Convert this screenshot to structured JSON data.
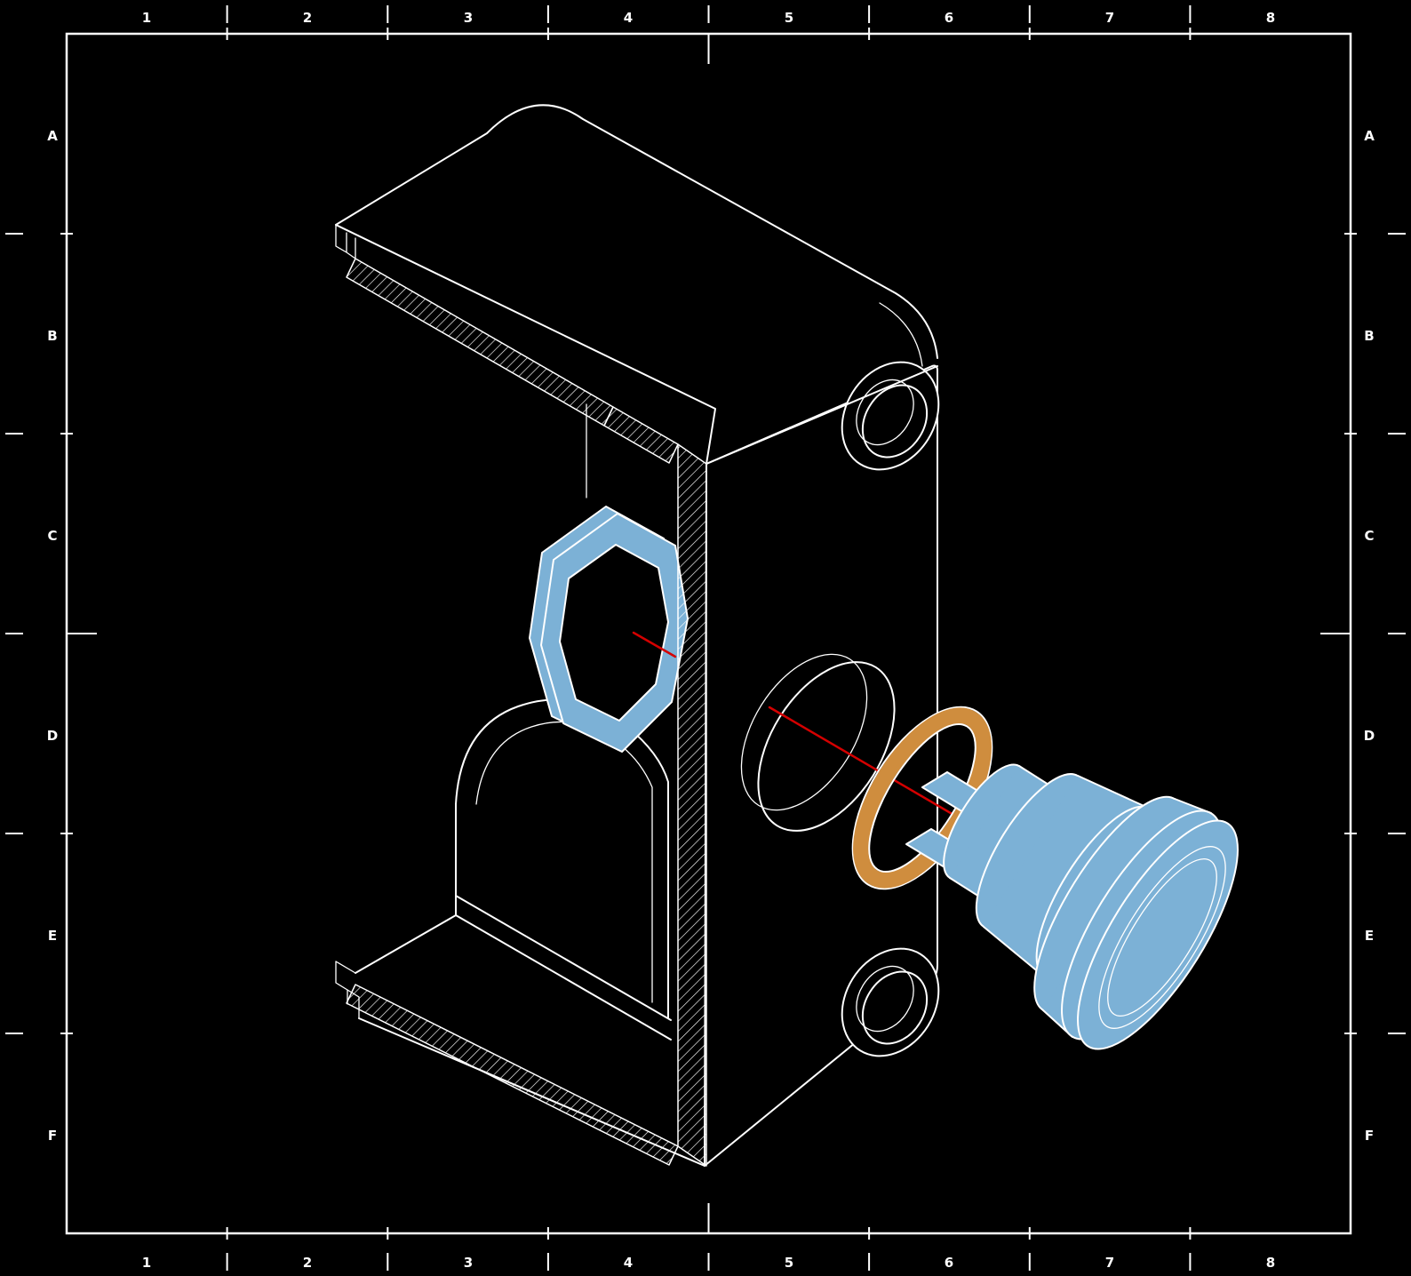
{
  "sheet": {
    "zone_columns": [
      "1",
      "2",
      "3",
      "4",
      "5",
      "6",
      "7",
      "8"
    ],
    "zone_rows": [
      "A",
      "B",
      "C",
      "D",
      "E",
      "F"
    ]
  },
  "drawing": {
    "colors": {
      "background": "#000000",
      "line": "#ffffff",
      "part_blue": "#7cb1d6",
      "oring_orange": "#cf8d3e",
      "centerline_red": "#d40000"
    }
  }
}
